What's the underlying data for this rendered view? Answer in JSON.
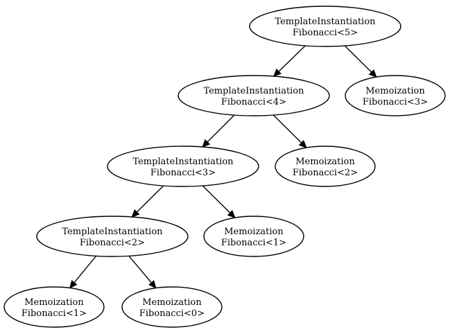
{
  "nodes": [
    {
      "id": "n5",
      "line1": "TemplateInstantiation",
      "line2": "Fibonacci<5>"
    },
    {
      "id": "n4",
      "line1": "TemplateInstantiation",
      "line2": "Fibonacci<4>"
    },
    {
      "id": "m3",
      "line1": "Memoization",
      "line2": "Fibonacci<3>"
    },
    {
      "id": "n3",
      "line1": "TemplateInstantiation",
      "line2": "Fibonacci<3>"
    },
    {
      "id": "m2",
      "line1": "Memoization",
      "line2": "Fibonacci<2>"
    },
    {
      "id": "n2",
      "line1": "TemplateInstantiation",
      "line2": "Fibonacci<2>"
    },
    {
      "id": "m1a",
      "line1": "Memoization",
      "line2": "Fibonacci<1>"
    },
    {
      "id": "m1b",
      "line1": "Memoization",
      "line2": "Fibonacci<1>"
    },
    {
      "id": "m0",
      "line1": "Memoization",
      "line2": "Fibonacci<0>"
    }
  ],
  "edges": [
    {
      "from": "n5",
      "to": "n4"
    },
    {
      "from": "n5",
      "to": "m3"
    },
    {
      "from": "n4",
      "to": "n3"
    },
    {
      "from": "n4",
      "to": "m2"
    },
    {
      "from": "n3",
      "to": "n2"
    },
    {
      "from": "n3",
      "to": "m1a"
    },
    {
      "from": "n2",
      "to": "m1b"
    },
    {
      "from": "n2",
      "to": "m0"
    }
  ]
}
